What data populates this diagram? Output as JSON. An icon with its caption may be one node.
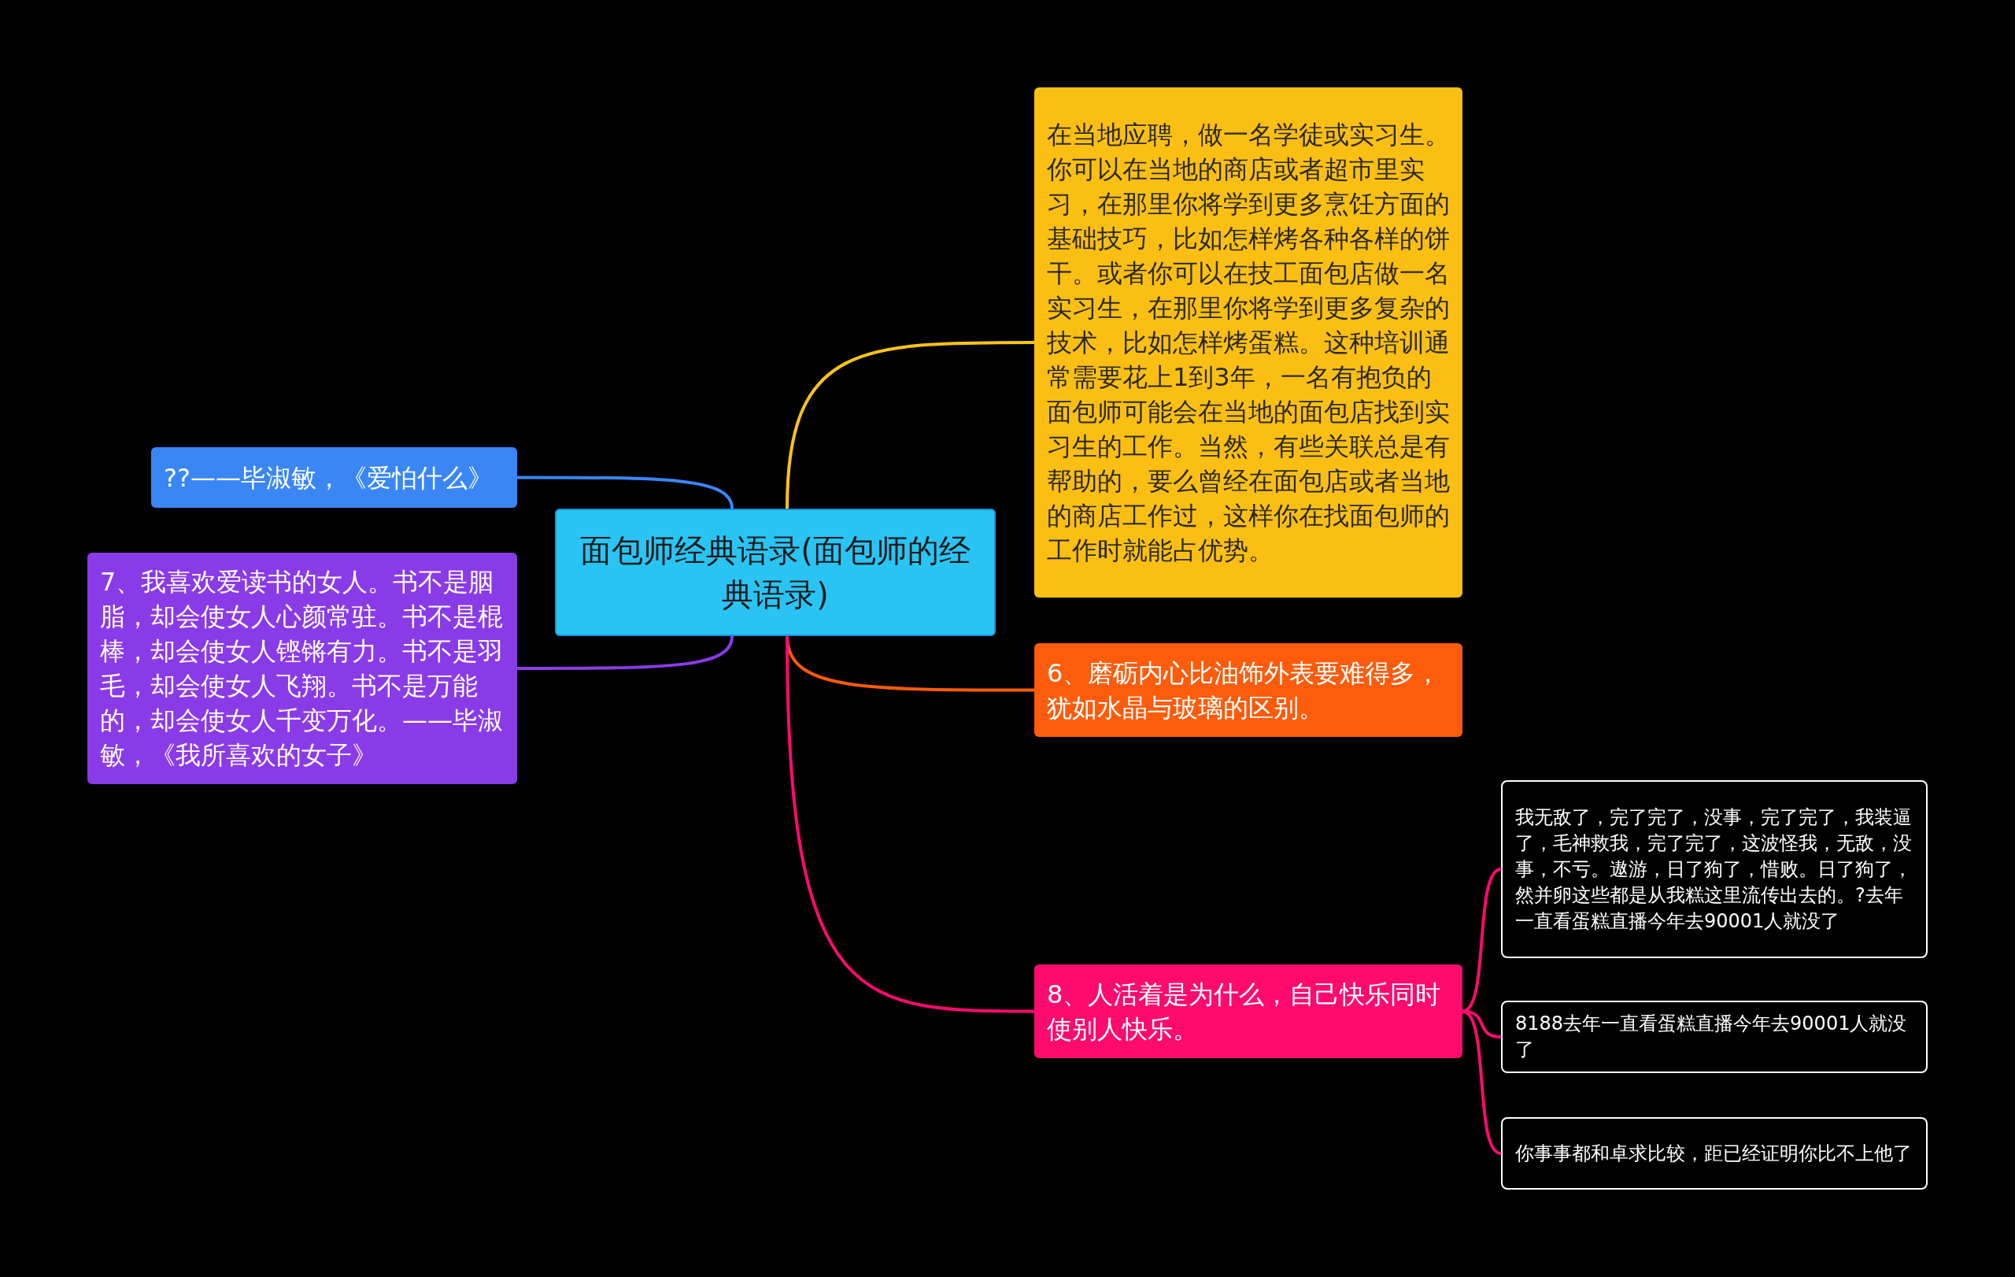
{
  "diagram": {
    "nodes": [
      {
        "text": [
          "面包师经典语录(面包师的经典语录)"
        ]
      },
      {
        "text": [
          "在当地应聘，做一名学徒或实习生。你可以在当地的商店或者超市里实习，在那里你将学到更多烹饪方面的基础技巧，比如怎样烤各种各样的饼干。或者你可以在技工面包店做一名实习生，在那里你将学到更多复杂的技术，比如怎样烤蛋糕。这种培训通常需要花上1到3年，一名有抱负的面包师可能会在当地的面包店找到实习生的工作。当然，有些关联总是有帮助的，要么曾经在面包店或者当地的商店工作过，这样你在找面包师的工作时就能占优势。"
        ]
      },
      {
        "text": [
          "6、磨砺内心比油饰外表要难得多，犹如水晶与玻璃的区别。"
        ]
      },
      {
        "text": [
          "8、人活着是为什么，自己快乐同时使别人快乐。"
        ]
      },
      {
        "text": [
          "我无敌了，完了完了，没事，完了完了，我装逼了，毛神救我，完了完了，这波怪我，无敌，没事，不亏。遨游，日了狗了，惜败。日了狗了，然并卵这些都是从我糕这里流传出去的。?去年一直看蛋糕直播今年去90001人就没了"
        ]
      },
      {
        "text": [
          "8188去年一直看蛋糕直播今年去90001人就没了"
        ]
      },
      {
        "text": [
          "你事事都和卓求比较，距已经证明你比不上他了"
        ]
      },
      {
        "text": [
          "??——毕淑敏，《爱怕什么》"
        ]
      },
      {
        "text": [
          "7、我喜欢爱读书的女人。书不是胭脂，却会使女人心颜常驻。书不是棍棒，却会使女人铿锵有力。书不是羽毛，却会使女人飞翔。书不是万能的，却会使女人千变万化。——毕淑敏，《我所喜欢的女子》"
        ]
      }
    ],
    "edges": [
      {
        "from": 0,
        "to": 1,
        "arrow": "none",
        "color": "#f9c31a"
      },
      {
        "from": 0,
        "to": 2,
        "arrow": "none",
        "color": "#fc5c0c"
      },
      {
        "from": 0,
        "to": 3,
        "arrow": "none",
        "color": "#ff0b6e"
      },
      {
        "from": 3,
        "to": 4,
        "arrow": "none",
        "color": "#ff0b6e"
      },
      {
        "from": 3,
        "to": 5,
        "arrow": "none",
        "color": "#ff0b6e"
      },
      {
        "from": 3,
        "to": 6,
        "arrow": "none",
        "color": "#ff0b6e"
      },
      {
        "from": 0,
        "to": 7,
        "arrow": "none",
        "color": "#3a86f5"
      },
      {
        "from": 0,
        "to": 8,
        "arrow": "none",
        "color": "#8a3be8"
      }
    ]
  }
}
